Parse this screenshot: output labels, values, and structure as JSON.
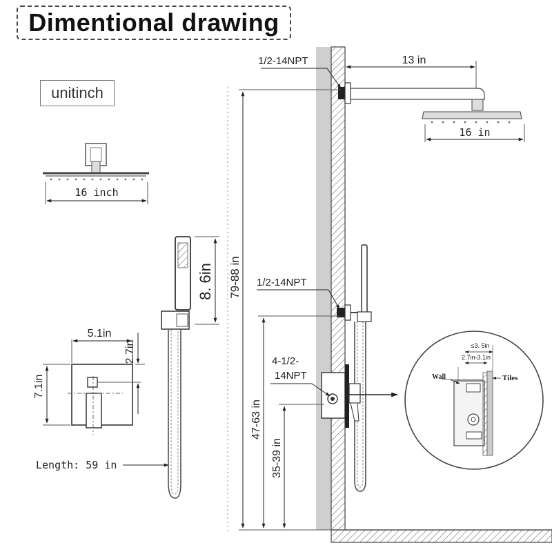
{
  "title": "Dimentional drawing",
  "unit_label": "unitinch",
  "left_panel": {
    "shower_head_width": "16 inch",
    "hand_shower_length": "8. 6in",
    "valve_width": "5.1in",
    "valve_top_offset": "2.7in",
    "valve_height": "7.1in",
    "hose_length": "Length: 59 in"
  },
  "right_panel": {
    "arm_connection": "1/2-14NPT",
    "arm_length": "13 in",
    "shower_head_width": "16  in",
    "hand_connection": "1/2-14NPT",
    "valve_connection_line1": "4-1/2-",
    "valve_connection_line2": "14NPT",
    "total_height": "79-88  in",
    "hand_mount_height": "47-63 in",
    "valve_height": "35-39 in"
  },
  "detail": {
    "wall_label": "Wall",
    "tiles_label": "Tiles",
    "max_depth": "≤3. 5in",
    "depth_range": "2.7in-3.1in"
  }
}
